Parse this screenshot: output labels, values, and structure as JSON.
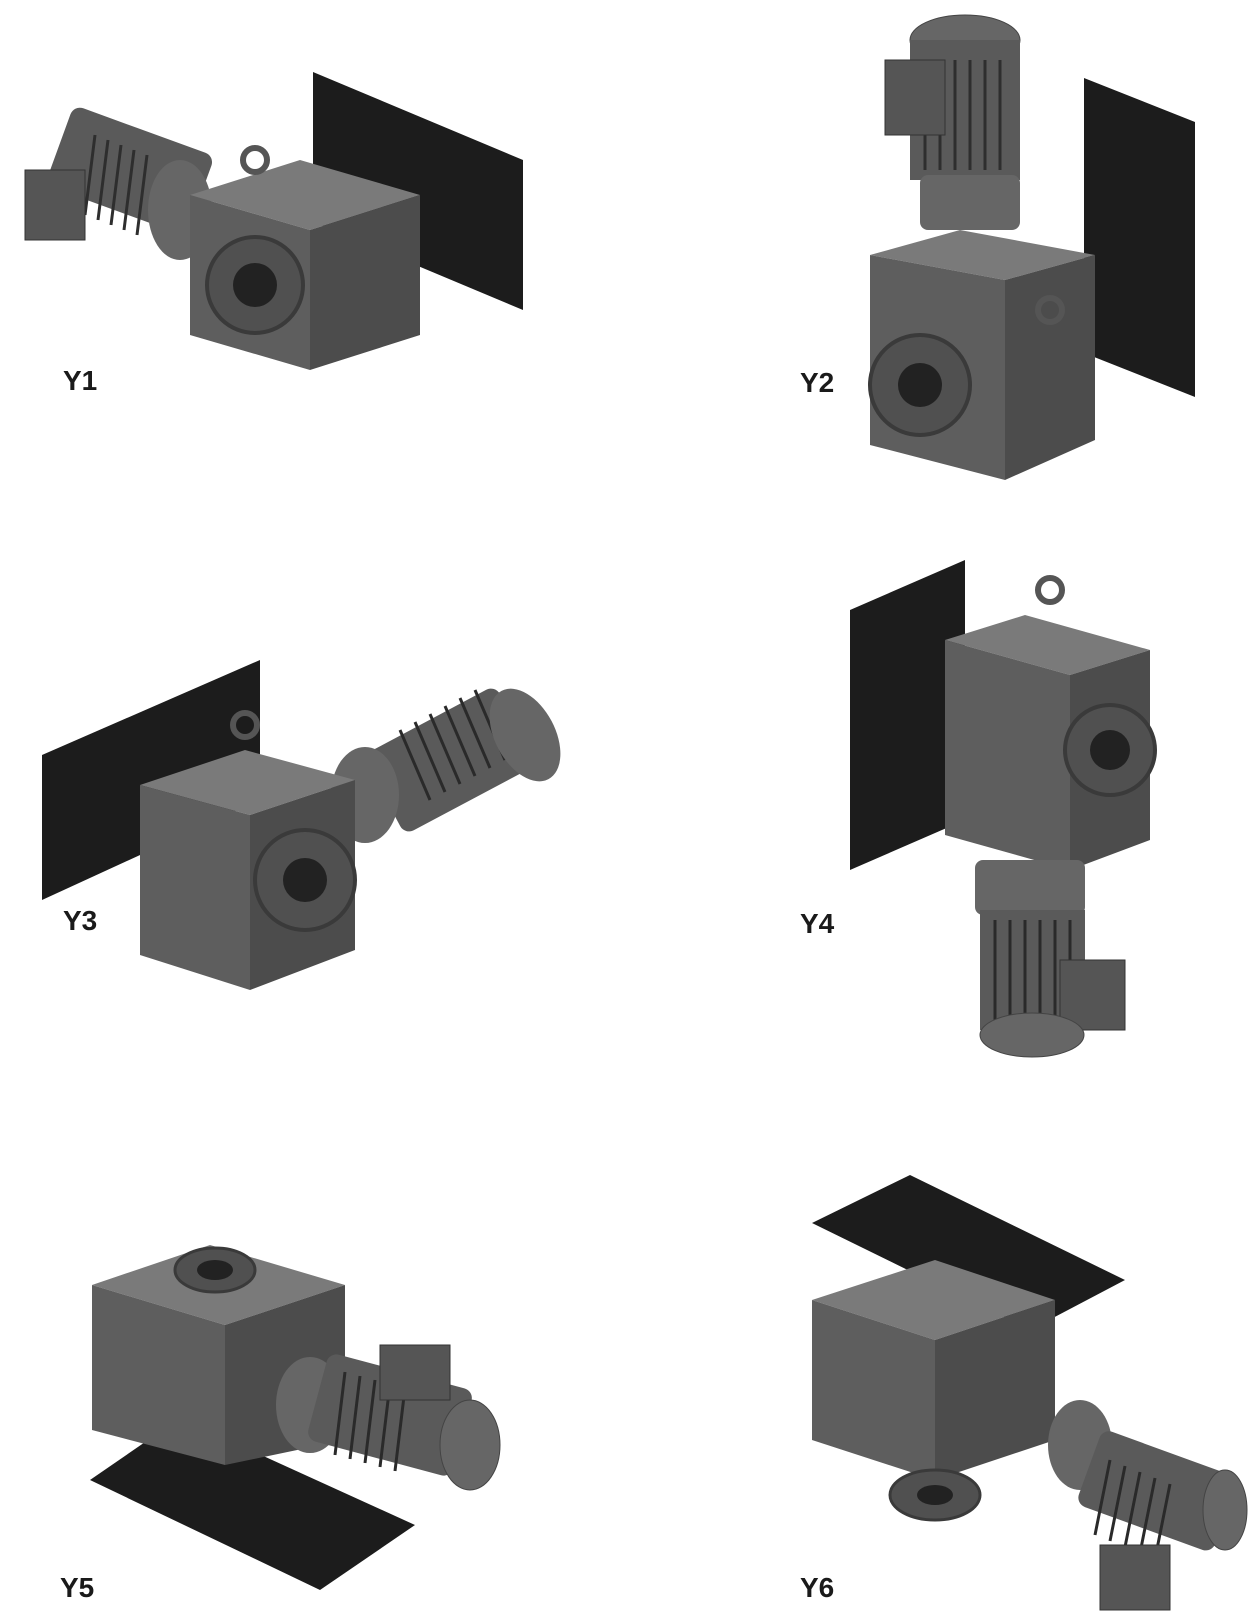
{
  "positions": [
    {
      "id": "Y1",
      "label": "Y1"
    },
    {
      "id": "Y2",
      "label": "Y2"
    },
    {
      "id": "Y3",
      "label": "Y3"
    },
    {
      "id": "Y4",
      "label": "Y4"
    },
    {
      "id": "Y5",
      "label": "Y5"
    },
    {
      "id": "Y6",
      "label": "Y6"
    }
  ],
  "colors": {
    "housing": "#5e5e5e",
    "housing_dark": "#3f3f3f",
    "housing_light": "#777777",
    "plate": "#1c1c1c",
    "label": "#1a1a1a"
  }
}
